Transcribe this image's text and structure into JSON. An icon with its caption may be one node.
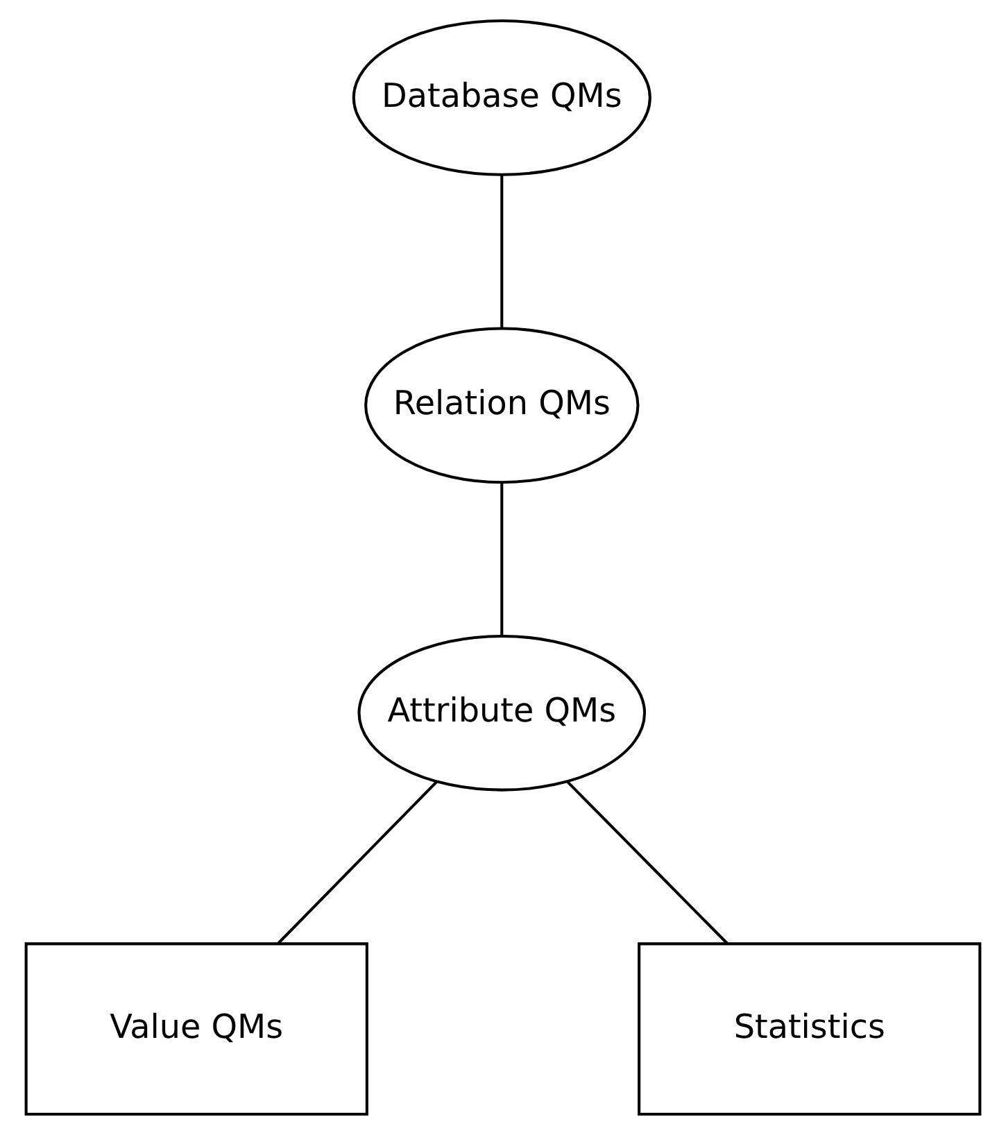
{
  "diagram": {
    "nodes": [
      {
        "text": [
          "Database QMs"
        ]
      },
      {
        "text": [
          "Relation QMs"
        ]
      },
      {
        "text": [
          "Attribute QMs"
        ]
      },
      {
        "text": [
          "Value QMs"
        ]
      },
      {
        "text": [
          "Statistics"
        ]
      }
    ],
    "edges": [
      {
        "from": 0,
        "to": 1,
        "arrow": "none"
      },
      {
        "from": 1,
        "to": 2,
        "arrow": "none"
      },
      {
        "from": 2,
        "to": 3,
        "arrow": "none"
      },
      {
        "from": 2,
        "to": 4,
        "arrow": "none"
      }
    ]
  }
}
